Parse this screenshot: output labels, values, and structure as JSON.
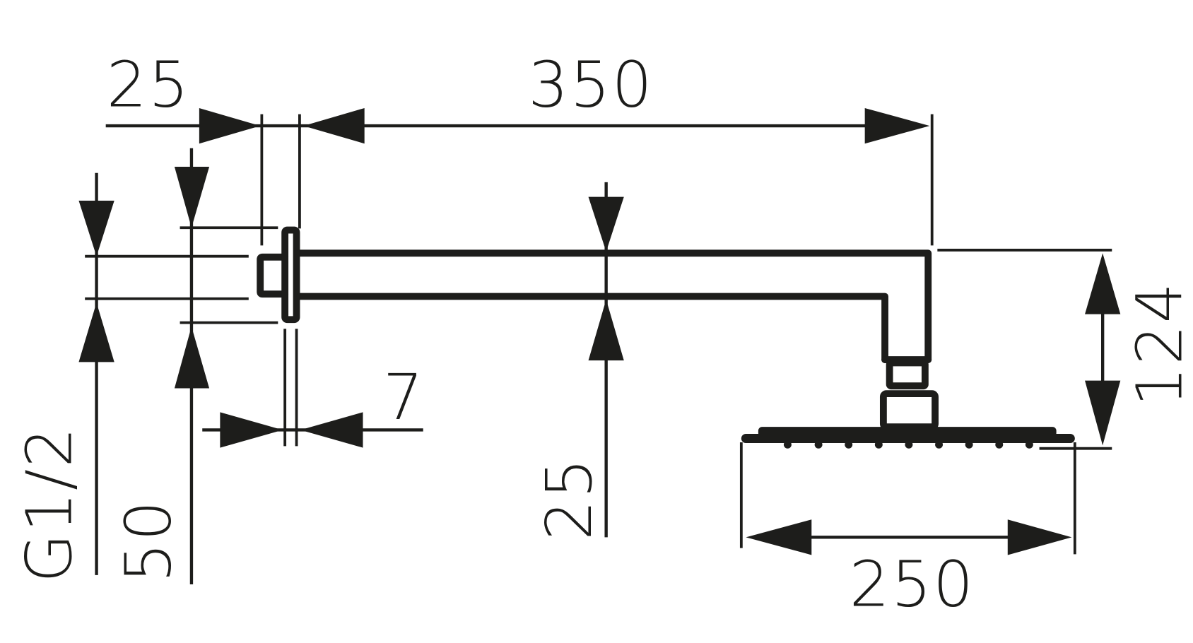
{
  "drawing": {
    "title": "Overhead shower head with wall arm - dimensional drawing",
    "line_color": "#1d1d1b",
    "background": "#ffffff",
    "units": "mm",
    "dimensions": {
      "flange_depth": "25",
      "arm_length": "350",
      "flange_thickness": "7",
      "thread": "G1/2",
      "flange_diameter": "50",
      "arm_section": "25",
      "head_height": "124",
      "head_width": "250"
    }
  }
}
